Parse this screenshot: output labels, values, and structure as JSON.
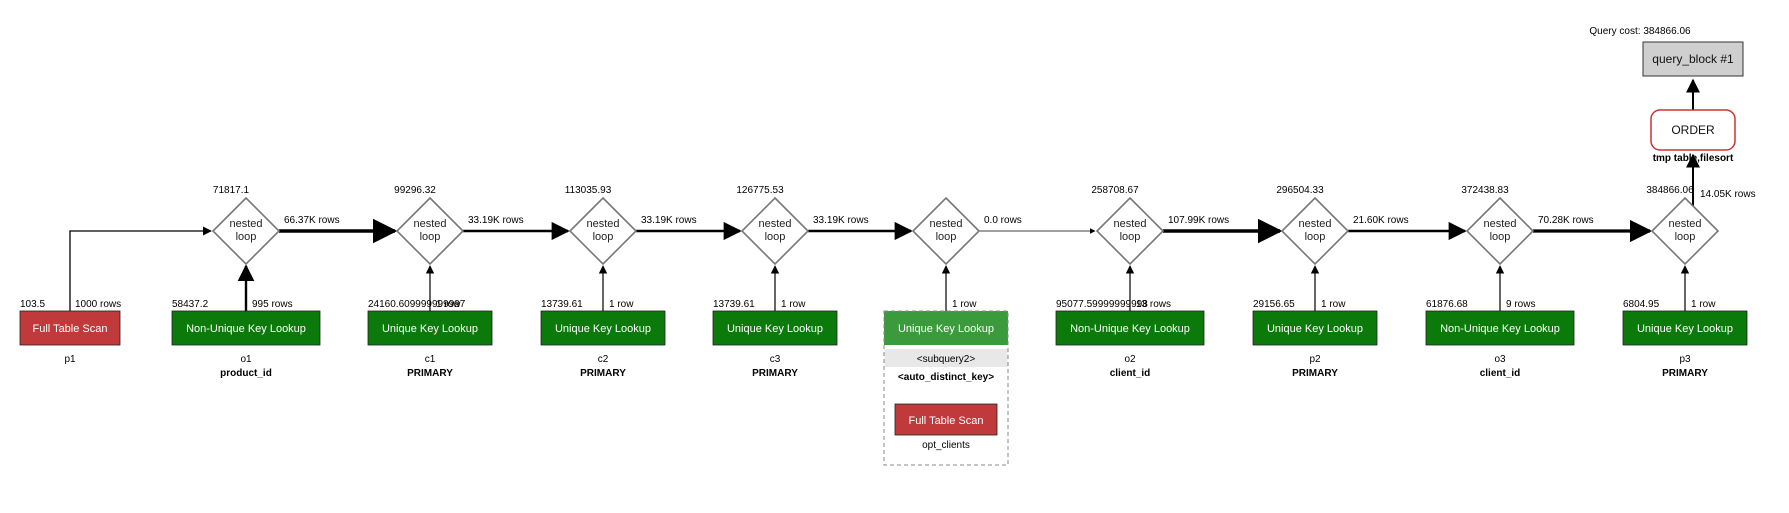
{
  "query_cost_label": "Query cost: 384866.06",
  "query_block": {
    "label": "query_block #1"
  },
  "order": {
    "label": "ORDER",
    "detail": "tmp table,filesort"
  },
  "top_edge": {
    "rows": "14.05K rows"
  },
  "loops": [
    {
      "label": "nested\nloop",
      "cost": "71817.1",
      "out_rows": "66.37K rows"
    },
    {
      "label": "nested\nloop",
      "cost": "99296.32",
      "out_rows": "33.19K rows"
    },
    {
      "label": "nested\nloop",
      "cost": "113035.93",
      "out_rows": "33.19K rows"
    },
    {
      "label": "nested\nloop",
      "cost": "126775.53",
      "out_rows": "33.19K rows"
    },
    {
      "label": "nested\nloop",
      "cost": "",
      "out_rows": "0.0 rows"
    },
    {
      "label": "nested\nloop",
      "cost": "258708.67",
      "out_rows": "107.99K rows"
    },
    {
      "label": "nested\nloop",
      "cost": "296504.33",
      "out_rows": "21.60K rows"
    },
    {
      "label": "nested\nloop",
      "cost": "372438.83",
      "out_rows": "70.28K rows"
    },
    {
      "label": "nested\nloop",
      "cost": "384866.06",
      "out_rows": ""
    }
  ],
  "scans": [
    {
      "label": "Full Table Scan",
      "kind": "full",
      "cost": "103.5",
      "rows": "1000 rows",
      "table": "p1",
      "key": ""
    },
    {
      "label": "Non-Unique Key Lookup",
      "kind": "nonunique",
      "cost": "58437.2",
      "rows": "995 rows",
      "table": "o1",
      "key": "product_id"
    },
    {
      "label": "Unique Key Lookup",
      "kind": "unique",
      "cost": "24160.609999999997",
      "rows": "1 row",
      "table": "c1",
      "key": "PRIMARY"
    },
    {
      "label": "Unique Key Lookup",
      "kind": "unique",
      "cost": "13739.61",
      "rows": "1 row",
      "table": "c2",
      "key": "PRIMARY"
    },
    {
      "label": "Unique Key Lookup",
      "kind": "unique",
      "cost": "13739.61",
      "rows": "1 row",
      "table": "c3",
      "key": "PRIMARY"
    },
    {
      "label": "Unique Key Lookup",
      "kind": "subq",
      "cost": "",
      "rows": "1 row",
      "table": "",
      "key": ""
    },
    {
      "label": "Non-Unique Key Lookup",
      "kind": "nonunique",
      "cost": "95077.59999999998",
      "rows": "13 rows",
      "table": "o2",
      "key": "client_id"
    },
    {
      "label": "Unique Key Lookup",
      "kind": "unique",
      "cost": "29156.65",
      "rows": "1 row",
      "table": "p2",
      "key": "PRIMARY"
    },
    {
      "label": "Non-Unique Key Lookup",
      "kind": "nonunique",
      "cost": "61876.68",
      "rows": "9 rows",
      "table": "o3",
      "key": "client_id"
    },
    {
      "label": "Unique Key Lookup",
      "kind": "unique",
      "cost": "6804.95",
      "rows": "1 row",
      "table": "p3",
      "key": "PRIMARY"
    }
  ],
  "subquery": {
    "title": "<subquery2>",
    "key": "<auto_distinct_key>",
    "inner_label": "Full Table Scan",
    "inner_table": "opt_clients"
  },
  "colors": {
    "full_scan": "#c0393b",
    "lookup": "#0b7a0b",
    "lookup_light": "#3b9a3b",
    "query_block_fill": "#cfcfcf",
    "order_border": "#d03030",
    "diamond_border": "#777777"
  }
}
